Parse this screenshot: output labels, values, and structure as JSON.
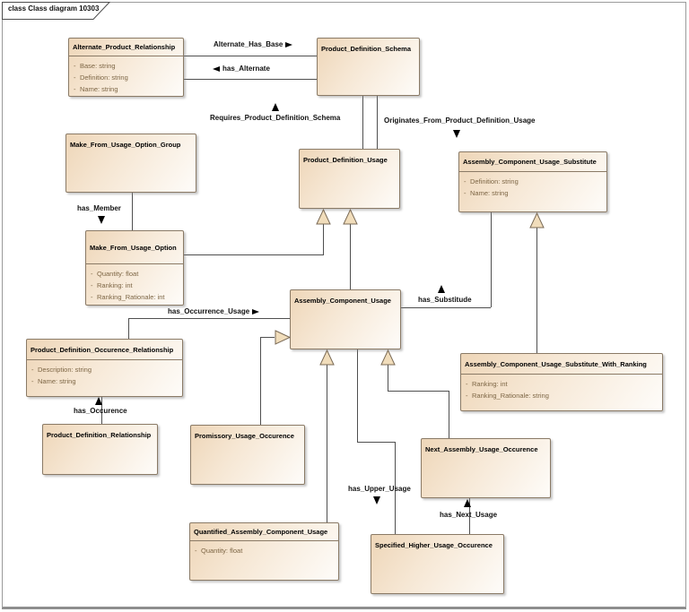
{
  "frame": {
    "title": "class Class diagram 10303"
  },
  "colors": {
    "box_fill_start": "#eed6b8",
    "box_fill_end": "#fefcf9",
    "box_border": "#8a7a66",
    "attribute_text": "#7d6645",
    "connector_line": "#4f4f4f",
    "generalization_fill": "#f1ddbb",
    "frame_border": "#9b9b9b"
  },
  "classes": [
    {
      "name": "Alternate_Product_Relationship",
      "attributes": [
        {
          "vis": "-",
          "text": "Base: string"
        },
        {
          "vis": "-",
          "text": "Definition: string"
        },
        {
          "vis": "-",
          "text": "Name: string"
        }
      ]
    },
    {
      "name": "Product_Definition_Schema",
      "attributes": []
    },
    {
      "name": "Make_From_Usage_Option_Group",
      "attributes": []
    },
    {
      "name": "Make_From_Usage_Option",
      "attributes": [
        {
          "vis": "-",
          "text": "Quantity: float"
        },
        {
          "vis": "-",
          "text": "Ranking: int"
        },
        {
          "vis": "-",
          "text": "Ranking_Rationale: int"
        }
      ]
    },
    {
      "name": "Product_Definition_Usage",
      "attributes": []
    },
    {
      "name": "Assembly_Component_Usage_Substitute",
      "attributes": [
        {
          "vis": "-",
          "text": "Definition: string"
        },
        {
          "vis": "-",
          "text": "Name: string"
        }
      ]
    },
    {
      "name": "Assembly_Component_Usage",
      "attributes": []
    },
    {
      "name": "Product_Definition_Occurence_Relationship",
      "attributes": [
        {
          "vis": "-",
          "text": "Description: string"
        },
        {
          "vis": "-",
          "text": "Name: string"
        }
      ]
    },
    {
      "name": "Product_Definition_Relationship",
      "attributes": []
    },
    {
      "name": "Promissory_Usage_Occurence",
      "attributes": []
    },
    {
      "name": "Assembly_Component_Usage_Substitute_With_Ranking",
      "attributes": [
        {
          "vis": "-",
          "text": "Ranking: int"
        },
        {
          "vis": "-",
          "text": "Ranking_Rationale: string"
        }
      ]
    },
    {
      "name": "Next_Assembly_Usage_Occurence",
      "attributes": []
    },
    {
      "name": "Quantified_Assembly_Component_Usage",
      "attributes": [
        {
          "vis": "-",
          "text": "Quantity: float"
        }
      ]
    },
    {
      "name": "Specified_Higher_Usage_Occurence",
      "attributes": []
    }
  ],
  "labels": {
    "alternate_has_base": "Alternate_Has_Base",
    "has_alternate": "has_Alternate",
    "requires_pds": "Requires_Product_Definition_Schema",
    "originates_from_pdu": "Originates_From_Product_Definition_Usage",
    "has_member": "has_Member",
    "has_substitude": "has_Substitude",
    "has_occurrence_usage": "has_Occurrence_Usage",
    "has_occurence": "has_Occurence",
    "has_upper_usage": "has_Upper_Usage",
    "has_next_usage": "has_Next_Usage"
  }
}
